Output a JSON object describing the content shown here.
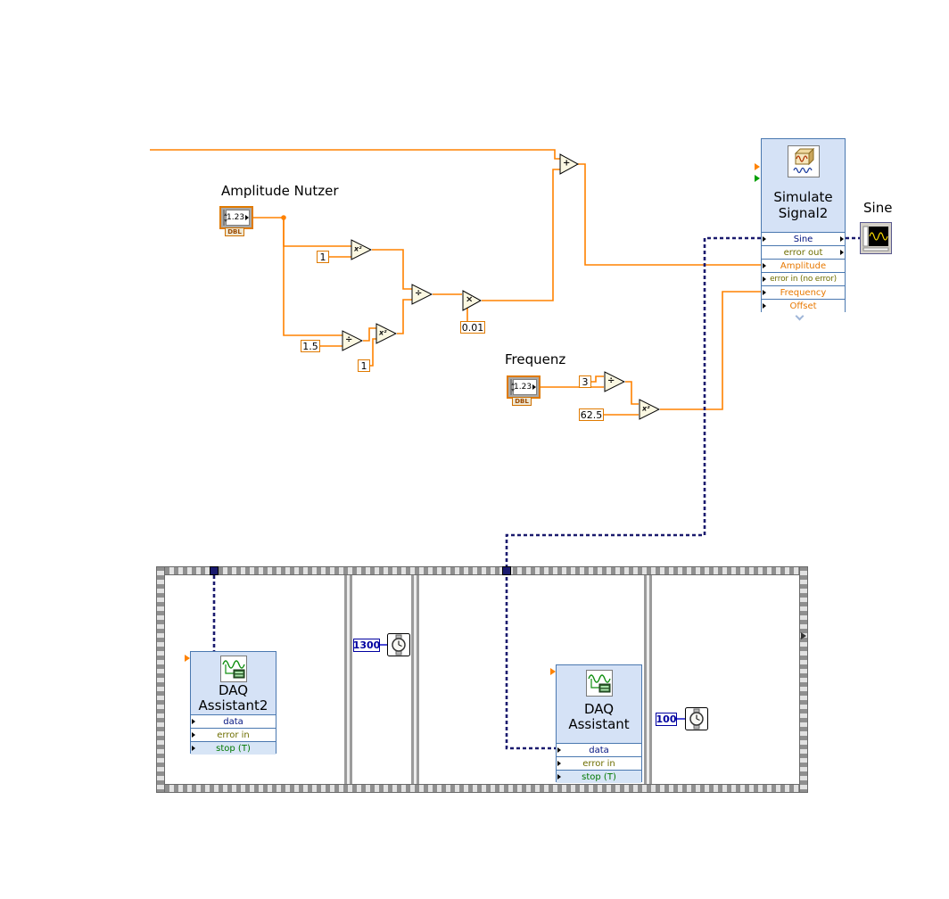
{
  "colors": {
    "numeric_wire": "#FF8200",
    "dynamic_wire": "#1A1A6E",
    "integer_wire": "#0000C8",
    "express_vi_bg": "#D5E2F6",
    "express_vi_border": "#4A78B0",
    "dbl_accent": "#E07A00"
  },
  "top_section": {
    "amplitude_control": {
      "label": "Amplitude Nutzer",
      "value": "1.23",
      "type_tag": "DBL"
    },
    "frequency_control": {
      "label": "Frequenz",
      "value": "1.23",
      "type_tag": "DBL"
    },
    "constants": {
      "amp_exponent": "1",
      "ratio_base": "1.5",
      "ratio_exponent": "1",
      "scale_factor": "0.01",
      "freq_divisor": "3",
      "freq_base": "62.5"
    },
    "operators": {
      "add": "+",
      "divide": "÷",
      "multiply": "×",
      "power": "x²"
    },
    "simulate_signal": {
      "title": [
        "Simulate",
        "Signal2"
      ],
      "terminals": [
        "Sine",
        "error out",
        "Amplitude",
        "error in (no error)",
        "Frequency",
        "Offset"
      ]
    },
    "sine_indicator": {
      "label": "Sine"
    }
  },
  "sequence_structure": {
    "frame1": {
      "daq_assistant2": {
        "title": [
          "DAQ",
          "Assistant2"
        ],
        "terminals": [
          "data",
          "error in",
          "stop (T)"
        ]
      }
    },
    "frame2": {
      "wait_ms": "1300"
    },
    "frame3": {
      "daq_assistant": {
        "title": [
          "DAQ",
          "Assistant"
        ],
        "terminals": [
          "data",
          "error in",
          "stop (T)"
        ]
      }
    },
    "frame4": {
      "wait_ms": "100"
    }
  }
}
